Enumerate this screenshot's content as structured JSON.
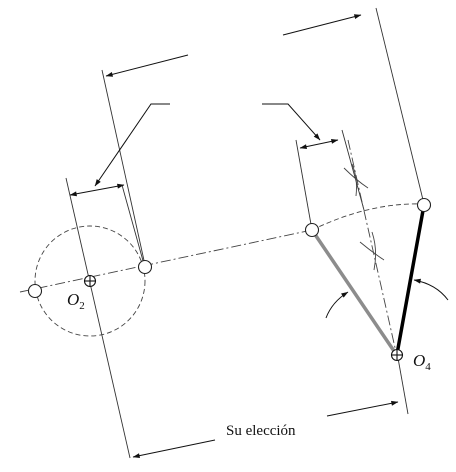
{
  "labels": {
    "o2": "O",
    "o2_sub": "2",
    "o4": "O",
    "o4_sub": "4",
    "choice": "Su elección"
  },
  "colors": {
    "ink": "#111111",
    "link_gray": "#8c8c8c",
    "link_black": "#000000",
    "line_thin": "#333333"
  }
}
